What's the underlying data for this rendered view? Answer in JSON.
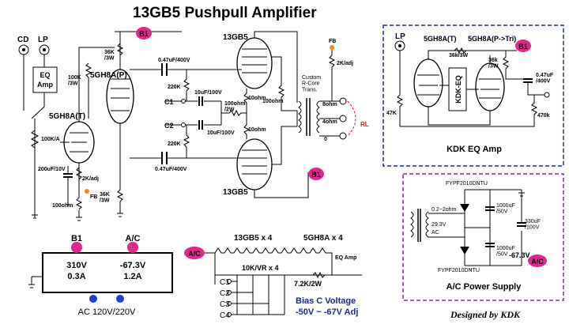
{
  "title": "13GB5 Pushpull Amplifier",
  "credit": "Designed by KDK",
  "badges": {
    "b1": "B1",
    "ac": "A/C"
  },
  "inputs": {
    "cd": "CD",
    "lp": "LP",
    "eq_amp_line1": "EQ",
    "eq_amp_line2": "Amp"
  },
  "tubes": {
    "output_top": "13GB5",
    "output_bottom": "13GB5",
    "driver_pi": "5GH8A(P)",
    "input_triode": "5GH8A(T)"
  },
  "components": {
    "r_36k_top": "36K\n/3W",
    "r_100k_3w": "100K\n/3W",
    "r_100k_a": "100K/A",
    "cap_coupling_top": "0.47uF/400V",
    "cap_coupling_bottom": "0.47uF/400V",
    "r_220k_top": "220K",
    "r_220k_bottom": "220K",
    "c1": "C1",
    "c2": "C2",
    "cap_c1": "10uF/100V",
    "cap_c2": "10uF/100V",
    "r_100ohm_2w": "100ohm\n/2W",
    "r_10ohm_top": "10ohm",
    "r_10ohm_bottom": "10ohm",
    "r_100ohm_plate": "100ohm",
    "cap_200uf": "200uF/10V",
    "r_2k_adj": "2K/adj",
    "fb_input": "FB",
    "r_100ohm_cathode": "100ohm",
    "r_36k_bottom": "36K\n/3W",
    "r_2k_adj_fb": "2K/adj",
    "fb_output": "FB",
    "transformer": "Custom\nR-Core\nTrans.",
    "tap_8": "8ohm",
    "tap_4": "4ohm",
    "tap_0": "0",
    "load": "RL"
  },
  "eq_box": {
    "lp": "LP",
    "tube_left": "5GH8A(T)",
    "tube_right": "5GH8A(P->Tri)",
    "r_36k_3w_a": "36k/3W",
    "r_36k_3w_b": "36k\n/3W",
    "cap": "0.47uF\n/400V",
    "r_47k": "47K",
    "r_470k": "470k",
    "module": "KDK-EQ",
    "label": "KDK EQ Amp"
  },
  "ps_box": {
    "diode_top": "FYPF2010DNTU",
    "diode_bottom": "FYPF2010DNTU",
    "r_series": "0.2~2ohm",
    "ac_voltage": "29.3V",
    "ac_label": "AC",
    "cap_1000_a": "1000uF\n/50V",
    "cap_1000_b": "1000uF\n/50V",
    "cap_330": "330uF\n/100V",
    "voltage_out": "-67.3V",
    "label": "A/C Power Supply"
  },
  "supply_table": {
    "b1_voltage": "310V",
    "b1_current": "0.3A",
    "ac_voltage": "-67.3V",
    "ac_current": "1.2A",
    "mains": "AC 120V/220V"
  },
  "bias": {
    "heater_a": "13GB5 x 4",
    "heater_b": "5GH8A x 4",
    "eq_amp": "EQ Amp",
    "vr": "10K/VR x 4",
    "r_7_2k": "7.2K/2W",
    "c1": "C1",
    "c2": "C2",
    "c3": "C3",
    "c4": "C4",
    "bias_line1": "Bias C Voltage",
    "bias_line2": "-50V ~ -67V Adj"
  },
  "colors": {
    "badge": "#e0288c",
    "bias_text": "#1a2a8a",
    "blue_box": "#1a2a8a",
    "purple_box": "#8a2aa0",
    "dot": "#1f3fd0",
    "fb_dot": "#f08a1e"
  }
}
